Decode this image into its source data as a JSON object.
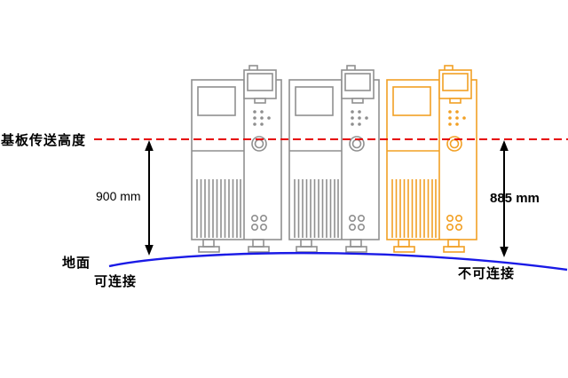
{
  "diagram": {
    "labels": {
      "transfer_height": "基板传送高度",
      "left_dimension": "900 mm",
      "right_dimension": "885 mm",
      "ground": "地面",
      "left_status": "可连接",
      "right_status": "不可连接"
    },
    "machines": [
      {
        "id": "machine-1",
        "style": "gray"
      },
      {
        "id": "machine-2",
        "style": "gray"
      },
      {
        "id": "machine-3",
        "style": "orange"
      }
    ],
    "colors": {
      "reference_line": "#e60000",
      "ground_line": "#1a1ae6",
      "machine_gray": "#8f8f8f",
      "machine_orange": "#f2a024",
      "dimension_arrow": "#000000",
      "text": "#000000"
    }
  }
}
